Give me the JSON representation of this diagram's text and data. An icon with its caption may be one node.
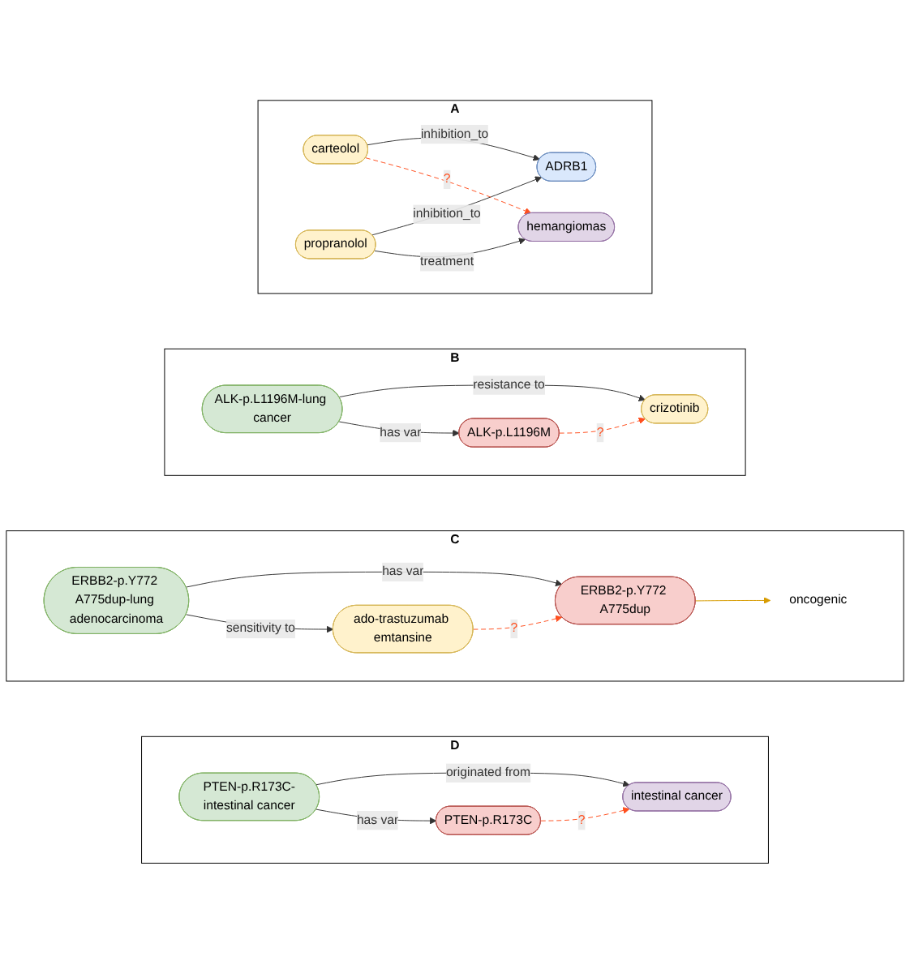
{
  "diagram": {
    "nodes": [
      {
        "text": [
          "A"
        ]
      },
      {
        "text": [
          "carteolol"
        ],
        "in": 0
      },
      {
        "text": [
          "ADRB1"
        ],
        "in": 0
      },
      {
        "text": [
          "propranolol"
        ],
        "in": 0
      },
      {
        "text": [
          "hemangiomas"
        ],
        "in": 0
      },
      {
        "text": [
          "B"
        ]
      },
      {
        "text": [
          "ALK-p.L1196M"
        ],
        "in": 5
      },
      {
        "text": [
          "ALK-p.L1196M-lung cancer"
        ],
        "in": 5
      },
      {
        "text": [
          "crizotinib"
        ],
        "in": 5
      },
      {
        "text": [
          "C"
        ]
      },
      {
        "text": [
          "ado-trastuzumab emtansine"
        ],
        "in": 9
      },
      {
        "text": [
          "ERBB2-p.Y772 A775dup-lung adenocarcinoma"
        ],
        "in": 9
      },
      {
        "text": [
          "ERBB2-p.Y772 A775dup"
        ],
        "in": 9
      },
      {
        "text": [
          "oncogenic"
        ],
        "in": 9
      },
      {
        "text": [
          "D"
        ]
      },
      {
        "text": [
          "PTEN-p.R173C"
        ],
        "in": 14
      },
      {
        "text": [
          "PTEN-p.R173C-intestinal cancer"
        ],
        "in": 14
      },
      {
        "text": [
          "intestinal cancer"
        ],
        "in": 14
      }
    ],
    "edges": [
      {
        "from": 1,
        "to": 2,
        "arrow": "to",
        "label": "inhibition_to"
      },
      {
        "from": 3,
        "to": 2,
        "arrow": "to",
        "label": "inhibition_to"
      },
      {
        "from": 3,
        "to": 4,
        "arrow": "to",
        "label": "treatment"
      },
      {
        "from": 1,
        "to": 4,
        "arrow": "to",
        "label": "?",
        "style": "dashed",
        "color": "#ff4f1f"
      },
      {
        "from": 7,
        "to": 6,
        "arrow": "to",
        "label": "has var"
      },
      {
        "from": 7,
        "to": 8,
        "arrow": "to",
        "label": "resistance to"
      },
      {
        "from": 6,
        "to": 8,
        "arrow": "to",
        "label": "?",
        "style": "dashed",
        "color": "#ff4f1f"
      },
      {
        "from": 11,
        "to": 10,
        "arrow": "to",
        "label": "sensitivity to"
      },
      {
        "from": 11,
        "to": 12,
        "arrow": "to",
        "label": "has var"
      },
      {
        "from": 12,
        "to": 13,
        "arrow": "to",
        "color": "#d79b00"
      },
      {
        "from": 10,
        "to": 12,
        "arrow": "to",
        "label": "?",
        "style": "dashed",
        "color": "#ff4f1f"
      },
      {
        "from": 16,
        "to": 15,
        "arrow": "to",
        "label": "has var"
      },
      {
        "from": 16,
        "to": 17,
        "arrow": "to",
        "label": "originated from"
      },
      {
        "from": 15,
        "to": 17,
        "arrow": "to",
        "label": "?",
        "style": "dashed",
        "color": "#ff4f1f"
      }
    ]
  }
}
